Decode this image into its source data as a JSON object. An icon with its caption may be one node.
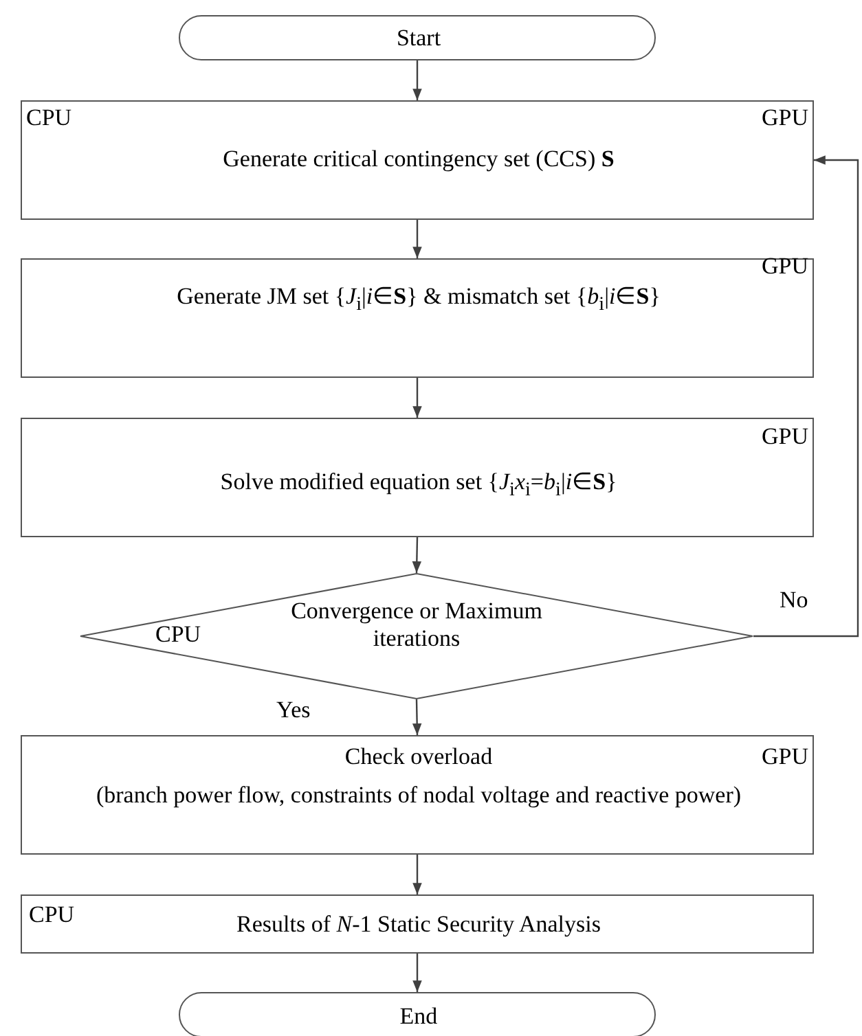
{
  "diagram": {
    "nodes": [
      {
        "text": [
          "Start"
        ]
      },
      {
        "text": [
          "CPU",
          "GPU",
          "Generate critical contingency set (CCS) **S**"
        ]
      },
      {
        "text": [
          "GPU",
          "Generate JM set {*J*$_{i}$|*i*∈**S**} & mismatch set {*b*$_{i}$|*i*∈**S**}"
        ]
      },
      {
        "text": [
          "GPU",
          "Solve modified equation set {*J*$_{i}$*x*$_{i}$=*b*$_{i}$|*i*∈**S**}"
        ]
      },
      {
        "text": [
          "CPU",
          "Convergence or Maximum iterations"
        ]
      },
      {
        "text": [
          "Check overload",
          "GPU",
          "(branch power flow, constraints of nodal voltage and reactive power)"
        ]
      },
      {
        "text": [
          "CPU",
          "Results of *N*-1 Static Security Analysis"
        ]
      },
      {
        "text": [
          "End"
        ]
      }
    ],
    "edges": [
      {
        "from": 0,
        "to": 1,
        "arrow": "to"
      },
      {
        "from": 1,
        "to": 2,
        "arrow": "to"
      },
      {
        "from": 2,
        "to": 3,
        "arrow": "to"
      },
      {
        "from": 3,
        "to": 4,
        "arrow": "to"
      },
      {
        "from": 4,
        "to": 5,
        "arrow": "to",
        "label": "Yes"
      },
      {
        "from": 4,
        "to": 1,
        "arrow": "to",
        "label": "No"
      },
      {
        "from": 5,
        "to": 6,
        "arrow": "to"
      },
      {
        "from": 6,
        "to": 7,
        "arrow": "to"
      }
    ]
  }
}
